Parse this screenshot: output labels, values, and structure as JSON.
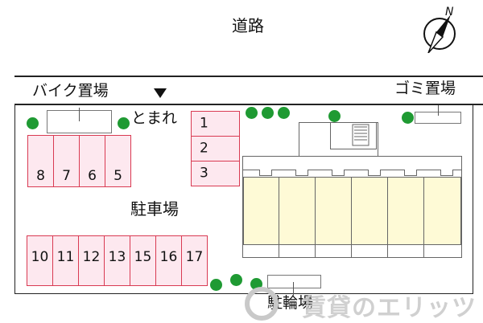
{
  "road_label": "道路",
  "compass_letter": "N",
  "bike_parking_label": "バイク置場",
  "garbage_label": "ゴミ置場",
  "stop_label": "とまれ",
  "parking_label": "駐車場",
  "bicycle_parking_label": "駐輪場",
  "watermark_text": "賃貸のエリッツ",
  "parking_spaces": {
    "top_right": [
      "1",
      "2",
      "3"
    ],
    "left_group": [
      "8",
      "7",
      "6",
      "5"
    ],
    "bottom_row": [
      "10",
      "11",
      "12",
      "13",
      "15",
      "16",
      "17"
    ]
  },
  "colors": {
    "parking_fill": "#fde8ef",
    "parking_border": "#d93a52",
    "building_fill": "#fefad6",
    "tree": "#1f9a33"
  },
  "icons": [
    "compass-icon",
    "down-arrow-icon",
    "tree-icon",
    "stairs-icon"
  ]
}
